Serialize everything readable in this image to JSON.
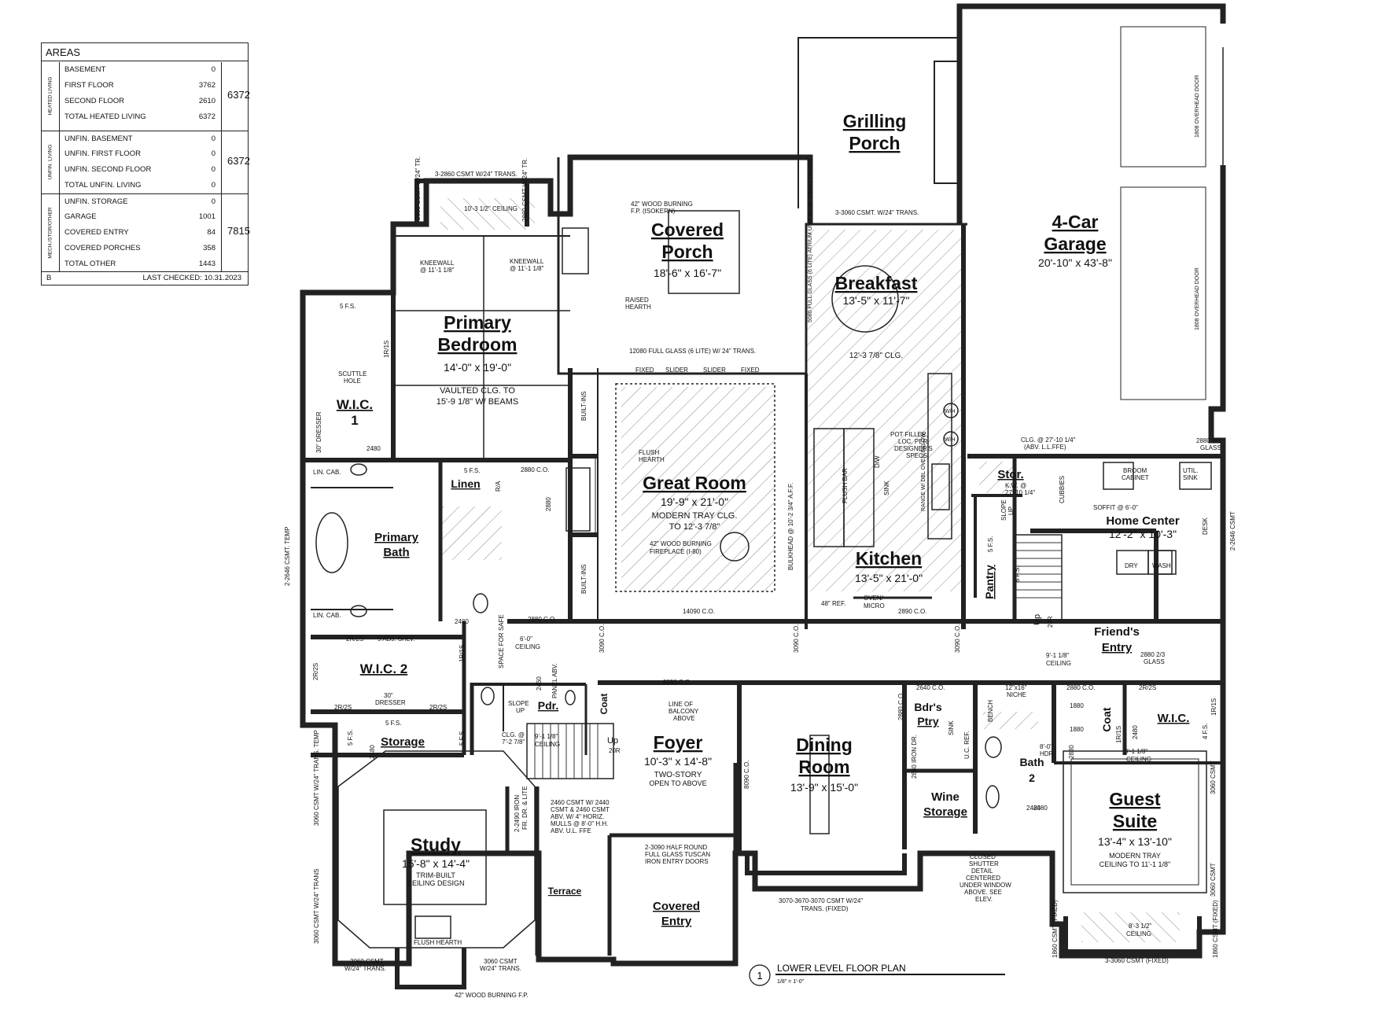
{
  "areas": {
    "title": "AREAS",
    "groups": [
      {
        "label": "HEATED LIVING",
        "total": "6372",
        "rows": [
          {
            "name": "BASEMENT",
            "value": "0"
          },
          {
            "name": "FIRST FLOOR",
            "value": "3762"
          },
          {
            "name": "SECOND FLOOR",
            "value": "2610"
          },
          {
            "name": "TOTAL HEATED LIVING",
            "value": "6372"
          }
        ]
      },
      {
        "label": "UNFIN. LIVING",
        "total": "6372",
        "rows": [
          {
            "name": "UNFIN. BASEMENT",
            "value": "0"
          },
          {
            "name": "UNFIN. FIRST FLOOR",
            "value": "0"
          },
          {
            "name": "UNFIN. SECOND FLOOR",
            "value": "0"
          },
          {
            "name": "TOTAL UNFIN. LIVING",
            "value": "0"
          }
        ]
      },
      {
        "label": "MECH./STOR/OTHER",
        "total": "7815",
        "rows": [
          {
            "name": "UNFIN. STORAGE",
            "value": "0"
          },
          {
            "name": "GARAGE",
            "value": "1001"
          },
          {
            "name": "COVERED ENTRY",
            "value": "84"
          },
          {
            "name": "COVERED PORCHES",
            "value": "358"
          },
          {
            "name": "TOTAL OTHER",
            "value": "1443"
          }
        ]
      }
    ],
    "footer_code": "B",
    "last_checked": "LAST CHECKED: 10.31.2023"
  },
  "rooms": {
    "grilling_porch": {
      "name1": "Grilling",
      "name2": "Porch"
    },
    "garage": {
      "name1": "4-Car",
      "name2": "Garage",
      "dims": "20'-10\" x 43'-8\""
    },
    "covered_porch": {
      "name1": "Covered",
      "name2": "Porch",
      "dims": "18'-6\" x 16'-7\""
    },
    "breakfast": {
      "name": "Breakfast",
      "dims": "13'-5\" x 11'-7\"",
      "ceiling": "12'-3 7/8\" CLG."
    },
    "primary_bedroom": {
      "name1": "Primary",
      "name2": "Bedroom",
      "dims": "14'-0\" x 19'-0\"",
      "note1": "VAULTED CLG. TO",
      "note2": "15'-9 1/8\" W/ BEAMS"
    },
    "wic1": {
      "name1": "W.I.C.",
      "name2": "1"
    },
    "great_room": {
      "name": "Great Room",
      "dims": "19'-9\" x 21'-0\"",
      "note1": "MODERN TRAY CLG.",
      "note2": "TO 12'-3 7/8\""
    },
    "kitchen": {
      "name": "Kitchen",
      "dims": "13'-5\" x 21'-0\""
    },
    "pantry": {
      "name": "Pantry"
    },
    "stor": {
      "name": "Stor."
    },
    "home_center": {
      "name": "Home Center",
      "dims": "12'-2\" x 10'-3\""
    },
    "friends_entry": {
      "name1": "Friend's",
      "name2": "Entry"
    },
    "primary_bath": {
      "name1": "Primary",
      "name2": "Bath"
    },
    "linen": {
      "name": "Linen"
    },
    "wic2": {
      "name": "W.I.C. 2"
    },
    "storage": {
      "name": "Storage"
    },
    "pdr": {
      "name": "Pdr."
    },
    "coat1": {
      "name": "Coat"
    },
    "foyer": {
      "name": "Foyer",
      "dims": "10'-3\" x 14'-8\"",
      "note1": "TWO-STORY",
      "note2": "OPEN TO ABOVE"
    },
    "dining": {
      "name1": "Dining",
      "name2": "Room",
      "dims": "13'-9\" x 15'-0\""
    },
    "bdrs_ptry": {
      "name1": "Bdr's",
      "name2": "Ptry"
    },
    "wine": {
      "name1": "Wine",
      "name2": "Storage"
    },
    "bath2": {
      "name1": "Bath",
      "name2": "2"
    },
    "coat2": {
      "name": "Coat"
    },
    "wic3": {
      "name": "W.I.C."
    },
    "guest": {
      "name1": "Guest",
      "name2": "Suite",
      "dims": "13'-4\" x 13'-10\"",
      "note1": "MODERN TRAY",
      "note2": "CEILING TO 11'-1 1/8\""
    },
    "study": {
      "name": "Study",
      "dims": "15'-8\" x 14'-4\"",
      "note1": "TRIM-BUILT",
      "note2": "CEILING DESIGN"
    },
    "terrace": {
      "name": "Terrace"
    },
    "covered_entry": {
      "name1": "Covered",
      "name2": "Entry"
    }
  },
  "notes": {
    "csmt_top": "3-2860 CSMT W/24\" TRANS.",
    "csmt_tr_l": "2860 CSMT W/24\" TR.",
    "csmt_tr_r": "2860 CSMT W/24\" TR.",
    "ceiling_bay": "10'-3 1/2\" CEILING",
    "fireplace_porch1": "42\" WOOD BURNING",
    "fireplace_porch2": "F.P. (ISOKERN)",
    "raised_hearth1": "RAISED",
    "raised_hearth2": "HEARTH",
    "kneewall1": "KNEEWALL",
    "kneewall1b": "@ 11'-1 1/8\"",
    "kneewall2": "KNEEWALL",
    "kneewall2b": "@ 11'-1 1/8\"",
    "csmt_breakfast": "3-3060 CSMT. W/24\" TRANS.",
    "full_glass_side": "5080 FULL GLASS (6 LITE) ATRIUM UNIT W/ 24\" TRANS (2-LITE)",
    "full_glass_12080": "12080 FULL GLASS (6 LITE) W/ 24\" TRANS.",
    "fixed1": "FIXED",
    "slider1": "SLIDER",
    "slider2": "SLIDER",
    "fixed2": "FIXED",
    "overhead_door1": "1808 OVERHEAD DOOR",
    "overhead_door2": "1808 OVERHEAD DOOR",
    "flush_hearth1": "FLUSH",
    "flush_hearth2": "HEARTH",
    "fireplace_gr1": "42\" WOOD BURNING",
    "fireplace_gr2": "FIREPLACE (I-80)",
    "built_ins1": "BUILT-INS",
    "built_ins2": "BUILT-INS",
    "bulkhead": "BULKHEAD @ 10'-2 3/4\" A.F.F.",
    "flush_bar": "FLUSH BAR",
    "sink": "SINK",
    "dw": "D/W",
    "pot_filler1": "POT FILLER,",
    "pot_filler2": "LOC. PER",
    "pot_filler3": "DESIGNER'S",
    "pot_filler4": "SPECS",
    "range": "RANGE W/ DBL OVEN BELOW",
    "ref48": "48\" REF.",
    "oven1": "OVEN/",
    "oven2": "MICRO",
    "co_2890": "2890 C.O.",
    "co_14090": "14090 C.O.",
    "wh1": "W/H",
    "wh2": "W/H",
    "clg_stor1": "CLG. @ 27'-10 1/4\"",
    "clg_stor2": "(ABV. L.L.FFE)",
    "kw1": "K.W. @",
    "kw2": "27'-10 1/4\"",
    "glass_2880_garage1": "2880 2/3",
    "glass_2880_garage2": "GLASS",
    "cubbies": "CUBBIES",
    "broom1": "BROOM",
    "broom2": "CABINET",
    "util1": "UTIL.",
    "util2": "SINK",
    "soffit": "SOFFIT @ 6'-0\"",
    "desk": "DESK",
    "dry": "DRY",
    "wash": "WASH",
    "csmt_2646_r": "2-2646 CSMT",
    "glass_friends1": "2880 2/3",
    "glass_friends2": "GLASS",
    "ceiling_friends1": "9'-1 1/8\"",
    "ceiling_friends2": "CEILING",
    "slope_up1": "SLOPE",
    "slope_up2": "UP",
    "five_fs": "5 F.S.",
    "five_fs2": "5 F.S.",
    "up": "Up",
    "twenty_r": "20R",
    "five_fs_bed": "5 F.S.",
    "rs1": "1R/1S",
    "scuttle1": "SCUTTLE",
    "scuttle2": "HOLE",
    "dresser_label": "30\" DRESSER",
    "d2480": "2480",
    "lin_cab": "LIN. CAB.",
    "lin_cab2": "LIN. CAB.",
    "csmt_2646_l": "2-2646 CSMT. TEMP",
    "d2880": "2880 C.O.",
    "d2880b": "2880",
    "five_fs_linen": "5 F.S.",
    "r_a": "R/A",
    "d2480b": "2480",
    "d2880c": "2880 C.O.",
    "ceiling_6": "6'-0\"",
    "ceiling_6b": "CEILING",
    "space_safe": "SPACE FOR SAFE",
    "rs_wic2": "2R/2S",
    "adj_shelv": "5 ADJ. SHLV.",
    "rs_wic2b": "2R/2S",
    "rs_wic2c": "1R/1S",
    "dresser2a": "30\"",
    "dresser2b": "DRESSER",
    "rs_bot1": "2R/2S",
    "rs_bot2": "2R/2S",
    "five_fs3": "5 F.S.",
    "five_fs4": "5 F.S.",
    "five_fs5": "5 F.S.",
    "d2480c": "2480",
    "d3090_1": "3090 C.O.",
    "d3090_2": "3090 C.O.",
    "d3090_3": "3090 C.O.",
    "d8090": "8090 C.O.",
    "d8090b": "8090 C.O.",
    "slope_up3": "SLOPE",
    "slope_up4": "UP",
    "d2460": "2460",
    "panel": "PANEL ABV.",
    "clg_pdr1": "CLG. @",
    "clg_pdr2": "7'-2 7/8\"",
    "ceiling_foyer1": "9'-1 1/8\"",
    "ceiling_foyer2": "CEILING",
    "balcony1": "LINE OF",
    "balcony2": "BALCONY",
    "balcony3": "ABOVE",
    "up2": "Up",
    "twenty_r2": "20R",
    "csmt_foyer1": "2460 CSMT W/ 2440",
    "csmt_foyer2": "CSMT & 2460 CSMT",
    "csmt_foyer3": "ABV. W/ 4\" HORIZ.",
    "csmt_foyer4": "MULLS @ 8'-0\" H.H.",
    "csmt_foyer5": "ABV. U.L. FFE",
    "iron_doors1": "2-2490 IRON",
    "iron_doors2": "FR. DR. & LITE",
    "entry_doors1": "2-3090 HALF ROUND",
    "entry_doors2": "FULL GLASS TUSCAN",
    "entry_doors3": "IRON ENTRY DOORS",
    "csmt_3060_l": "3060 CSMT W/24\" TRANS. TEMP",
    "csmt_3060_l2": "3060 CSMT W/24\" TRANS",
    "flush_hearth_study": "FLUSH HEARTH",
    "csmt_study_b1": "3060 CSMT",
    "csmt_study_b2": "W/24\" TRANS.",
    "csmt_study_b3": "3060 CSMT",
    "csmt_study_b4": "W/24\" TRANS.",
    "fp_study": "42\" WOOD BURNING F.P.",
    "dining_windows1": "3070-3670-3070 CSMT W/24\"",
    "dining_windows2": "TRANS. (FIXED)",
    "shutter1": "CLOSED",
    "shutter2": "SHUTTER",
    "shutter3": "DETAIL",
    "shutter4": "CENTERED",
    "shutter5": "UNDER WINDOW",
    "shutter6": "ABOVE. SEE",
    "shutter7": "ELEV.",
    "d2640": "2640 C.O.",
    "d2880_d": "2880 C.O.",
    "iron_dr": "2880 IRON DR.",
    "sink2": "SINK",
    "uc_ref": "U.C. REF.",
    "niche1": "12\"x16\"",
    "niche2": "NICHE",
    "bench": "BENCH",
    "hdr1": "8'-0\"",
    "hdr2": "HDR",
    "d2880e": "2880 C.O.",
    "d1880": "1880",
    "d1880b": "1880",
    "rs_coat": "1R/1S",
    "d2480d": "2480",
    "rs_wic3": "2R/2S",
    "rs_wic3b": "1R/1S",
    "fs_wic3": "4 F.S.",
    "ceiling_guest1": "9'-1 1/8\"",
    "ceiling_guest2": "CEILING",
    "d2880f": "2880",
    "d2480e": "2480",
    "csmt_guest_r1": "3060 CSMT",
    "csmt_guest_r2": "3060 CSMT",
    "ceiling_guest_bay1": "8'-3 1/2\"",
    "ceiling_guest_bay2": "CEILING",
    "fixed_l": "1860 CSMT (FIXED)",
    "fixed_r": "1860 CSMT (FIXED)",
    "csmt_guest_b": "3-3060 CSMT (FIXED)",
    "d2480f": "2480"
  },
  "plan_title": {
    "number": "1",
    "title": "LOWER LEVEL FLOOR PLAN",
    "scale": "1/8\" = 1'-0\""
  }
}
